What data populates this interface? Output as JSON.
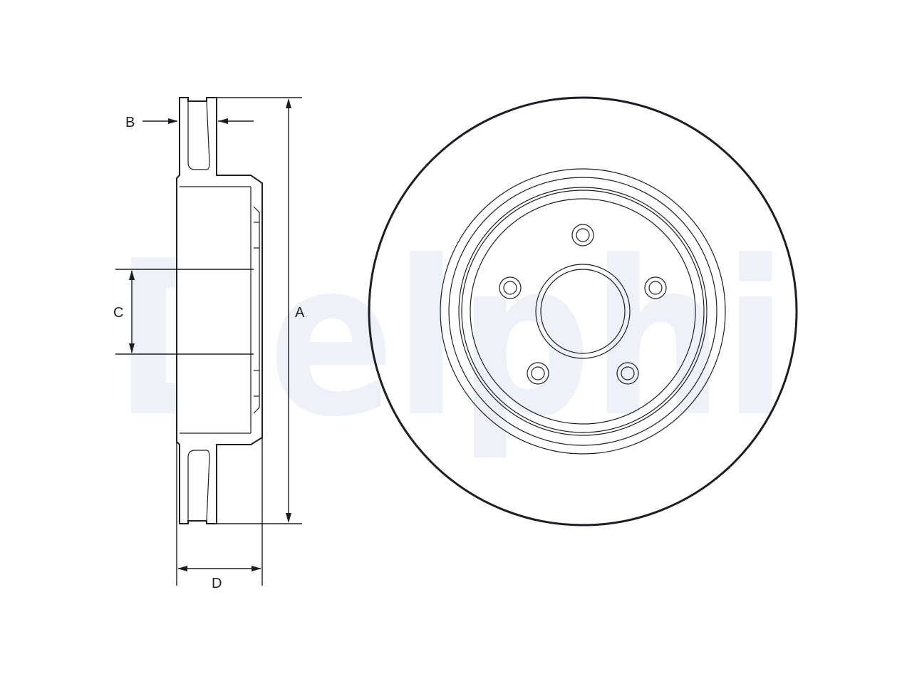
{
  "watermark": {
    "text": "Delphi",
    "color": "#eef1f8"
  },
  "dimensions": {
    "a": "A",
    "b": "B",
    "c": "C",
    "d": "D"
  },
  "colors": {
    "line": "#1b1f24",
    "background": "#ffffff"
  }
}
